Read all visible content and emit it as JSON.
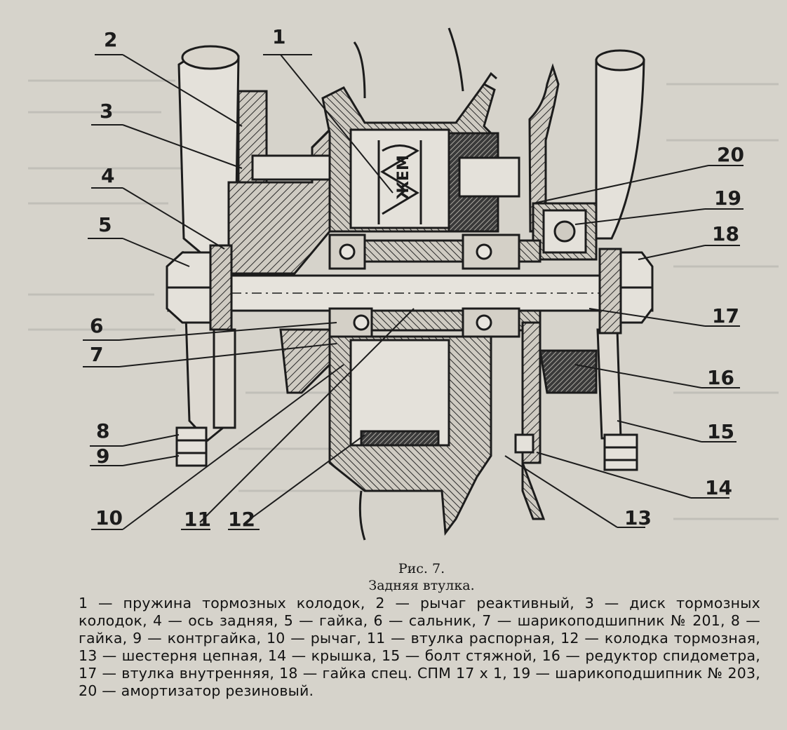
{
  "figure": {
    "number": "Рис. 7.",
    "title": "Задняя втулка.",
    "legend": "1 — пружина тормозных колодок, 2 — рычаг реактивный, 3 — диск тормозных колодок, 4 — ось задняя, 5 — гайка, 6 — сальник, 7 — шарикоподшипник № 201, 8 — гайка, 9 — контргайка, 10 — рычаг, 11 — втулка распорная, 12 — колодка тормозная, 13 — шестерня цепная, 14 — крышка, 15 — болт стяжной, 16 — редуктор спидометра, 17 — втулка внутренняя, 18 — гайка спец. СПМ 17 x 1, 19 — шарикоподшипник № 203, 20 — амортизатор резиновый."
  },
  "callouts": {
    "c1": "1",
    "c2": "2",
    "c3": "3",
    "c4": "4",
    "c5": "5",
    "c6": "6",
    "c7": "7",
    "c8": "8",
    "c9": "9",
    "c10": "10",
    "c11": "11",
    "c12": "12",
    "c13": "13",
    "c14": "14",
    "c15": "15",
    "c16": "16",
    "c17": "17",
    "c18": "18",
    "c19": "19",
    "c20": "20"
  },
  "spring_marking": "ЖЕМ",
  "colors": {
    "paper": "#d6d3cb",
    "ink": "#1c1c1c"
  }
}
